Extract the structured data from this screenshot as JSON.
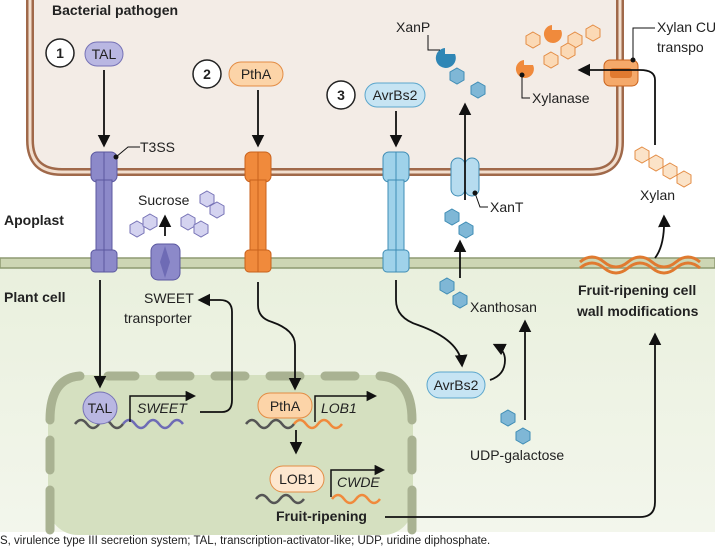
{
  "labels": {
    "bacterial_pathogen": "Bacterial pathogen",
    "apoplast": "Apoplast",
    "plant_cell": "Plant cell",
    "t3ss": "T3SS",
    "sucrose": "Sucrose",
    "sweet_transporter_1": "SWEET",
    "sweet_transporter_2": "transporter",
    "xanp": "XanP",
    "xant": "XanT",
    "xanthosan": "Xanthosan",
    "udp_galactose": "UDP-galactose",
    "xylanase": "Xylanase",
    "xylan": "Xylan",
    "xylan_cu_1": "Xylan CU",
    "xylan_cu_2": "transpo",
    "cell_wall_mod_1": "Fruit-ripening cell",
    "cell_wall_mod_2": "wall modifications",
    "fruit_ripening": "Fruit-ripening"
  },
  "effectors": [
    {
      "number": "1",
      "name": "TAL",
      "color": "#b9b7e2"
    },
    {
      "number": "2",
      "name": "PthA",
      "color": "#fcd4a8"
    },
    {
      "number": "3",
      "name": "AvrBs2",
      "color": "#c6e4f3"
    }
  ],
  "nucleus": {
    "tal": "TAL",
    "sweet_gene": "SWEET",
    "ptha": "PthA",
    "lob1_gene": "LOB1",
    "lob1": "LOB1",
    "cwde_gene": "CWDE"
  },
  "plant_avrbs2": "AvrBs2",
  "caption": "S, virulence type III secretion system; TAL, transcription-activator-like; UDP, uridine diphosphate.",
  "colors": {
    "bacterium_fill": "#f3ece6",
    "bacterium_membrane": "#a0694a",
    "plant_fill": "#e6eed8",
    "nucleus_fill": "#d5e0c0",
    "tal_purple": "#8c89c9",
    "ptha_orange": "#f08a3c",
    "avrbs2_blue": "#7fc2e2"
  }
}
